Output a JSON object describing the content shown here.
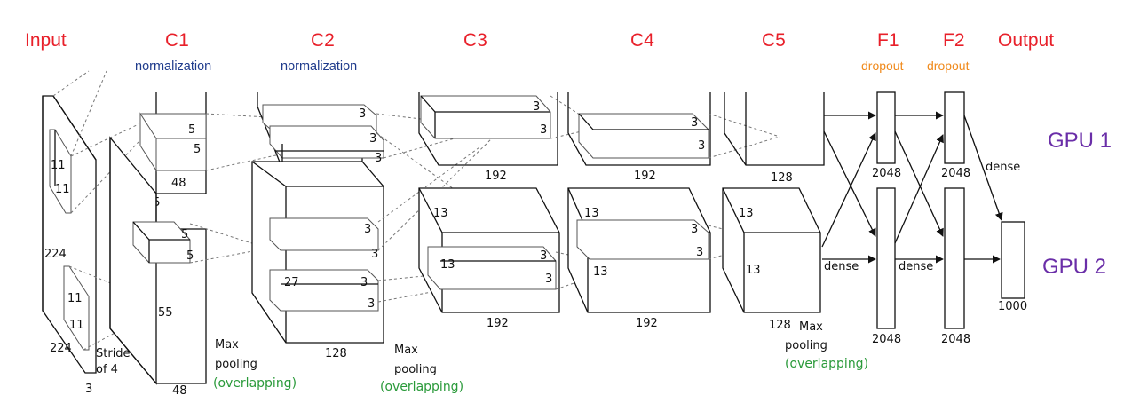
{
  "headers": {
    "input": "Input",
    "c1": "C1",
    "c2": "C2",
    "c3": "C3",
    "c4": "C4",
    "c5": "C5",
    "f1": "F1",
    "f2": "F2",
    "output": "Output"
  },
  "subheaders": {
    "c1": "normalization",
    "c2": "normalization",
    "f1": "dropout",
    "f2": "dropout"
  },
  "gpu_labels": {
    "gpu1": "GPU 1",
    "gpu2": "GPU 2"
  },
  "input": {
    "height": "224",
    "width": "224",
    "depth": "3",
    "kernel_h": "11",
    "kernel_w": "11",
    "kernel_h2": "11",
    "stride": "Stride",
    "stride2": "of 4"
  },
  "c1": {
    "kernel_top_a": "5",
    "kernel_top_b": "5",
    "kernel_bot_a": "5",
    "kernel_bot_b": "5",
    "depth_top": "48",
    "depth_bottom": "48",
    "size_top": "55",
    "size_bottom": "55"
  },
  "pool1": {
    "line1": "Max",
    "line2": "pooling",
    "note": "(overlapping)"
  },
  "c2": {
    "k_top1": "3",
    "k_top2": "3",
    "k_top3": "3",
    "k_bot1": "3",
    "k_bot2": "3",
    "k_bot3": "3",
    "k_bot4": "3",
    "size_top": "27",
    "size_bottom": "27",
    "depth_top": "128",
    "depth_bottom": "128"
  },
  "pool2": {
    "line1": "Max",
    "line2": "pooling",
    "note": "(overlapping)"
  },
  "c3": {
    "k_top1": "3",
    "k_top2": "3",
    "k_bot1": "3",
    "k_bot2": "3",
    "size_bottom": "13",
    "size_bottom2": "13",
    "depth_top": "192",
    "depth_bottom": "192"
  },
  "c4": {
    "k_top1": "3",
    "k_top2": "3",
    "k_bot1": "3",
    "k_bot2": "3",
    "size_bottom": "13",
    "size_bottom2": "13",
    "depth_top": "192",
    "depth_bottom": "192"
  },
  "c5": {
    "size_bottom": "13",
    "size_bottom2": "13",
    "depth_top": "128",
    "depth_bottom": "128"
  },
  "pool3": {
    "line1": "Max",
    "line2": "pooling",
    "note": "(overlapping)"
  },
  "f1": {
    "units_top": "2048",
    "units_bottom": "2048",
    "dense": "dense"
  },
  "f2": {
    "units_top": "2048",
    "units_bottom": "2048",
    "dense": "dense"
  },
  "output": {
    "units": "1000",
    "dense": "dense"
  },
  "colors": {
    "header": "#e8202a",
    "normalization": "#1f3b8c",
    "dropout": "#f08a1c",
    "gpu": "#6a2ea8",
    "pooling_note": "#2a9a3a"
  }
}
